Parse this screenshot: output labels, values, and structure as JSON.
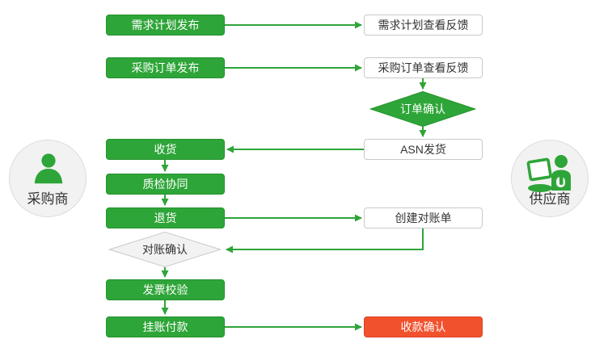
{
  "diagram": {
    "actors": {
      "buyer": {
        "label": "采购商"
      },
      "supplier": {
        "label": "供应商"
      }
    },
    "buyer_steps": {
      "demand_plan_publish": "需求计划发布",
      "po_publish": "采购订单发布",
      "receiving": "收货",
      "quality_collaboration": "质检协同",
      "returns": "退货",
      "reconciliation_confirm": "对账确认",
      "invoice_check": "发票校验",
      "book_payment": "挂账付款"
    },
    "supplier_steps": {
      "demand_plan_feedback": "需求计划查看反馈",
      "po_feedback": "采购订单查看反馈",
      "order_confirm": "订单确认",
      "asn_shipping": "ASN发货",
      "create_statement": "创建对账单",
      "receipt_confirm": "收款确认"
    },
    "colors": {
      "flow_green": "#2EA538",
      "flow_green_border": "#24932E",
      "alert_red": "#F2512D",
      "white_node_border": "#c9c9c9",
      "gray_diamond_fill": "#f2f2f2",
      "text_dark": "#333333",
      "text_light": "#ffffff",
      "actor_circle_fill": "#f2f2f2"
    }
  }
}
